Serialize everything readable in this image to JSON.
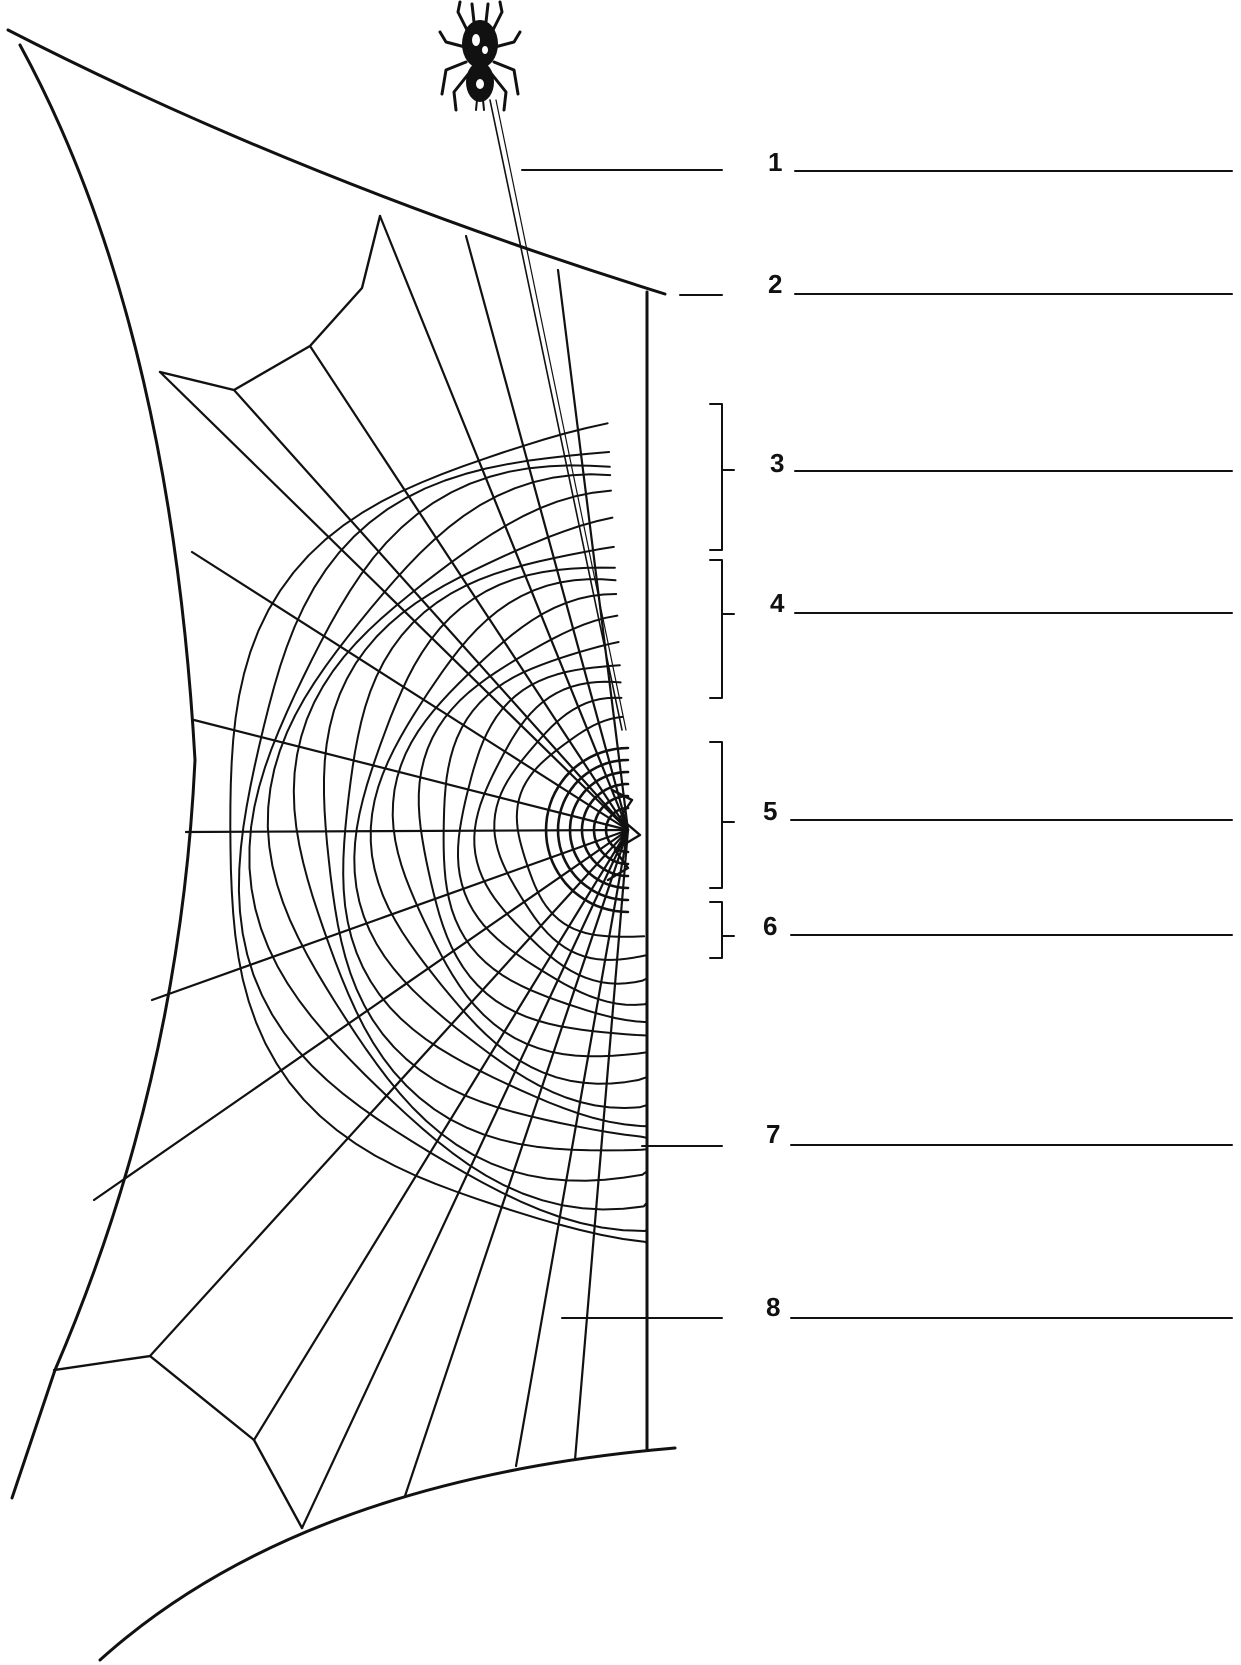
{
  "diagram": {
    "labels": [
      {
        "id": "1",
        "text": "1",
        "answer": ""
      },
      {
        "id": "2",
        "text": "2",
        "answer": ""
      },
      {
        "id": "3",
        "text": "3",
        "answer": ""
      },
      {
        "id": "4",
        "text": "4",
        "answer": ""
      },
      {
        "id": "5",
        "text": "5",
        "answer": ""
      },
      {
        "id": "6",
        "text": "6",
        "answer": ""
      },
      {
        "id": "7",
        "text": "7",
        "answer": ""
      },
      {
        "id": "8",
        "text": "8",
        "answer": ""
      }
    ]
  },
  "colors": {
    "ink": "#111111",
    "paper": "#ffffff"
  }
}
